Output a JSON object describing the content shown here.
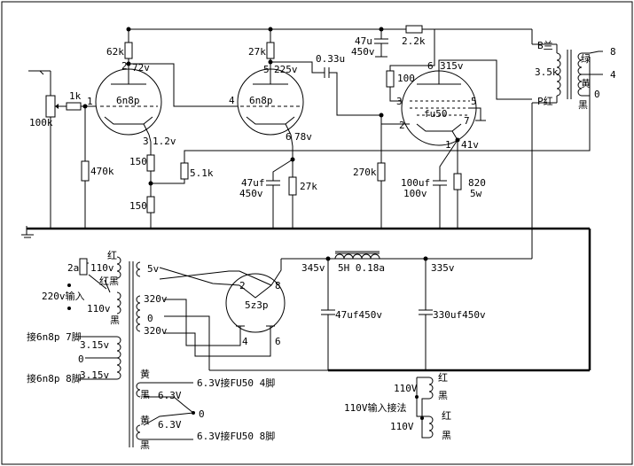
{
  "tubes": {
    "v1": {
      "name": "6n8p",
      "pin1": "1",
      "pin2": "2",
      "pin3": "3",
      "volt_plate": "72v",
      "volt_cathode": "1.2v"
    },
    "v2": {
      "name": "6n8p",
      "pin4": "4",
      "pin5": "5",
      "pin6": "6",
      "volt_plate": "225v",
      "volt_cathode": "78v"
    },
    "v3": {
      "name": "fu50",
      "pin1": "1",
      "pin2": "2",
      "pin3": "3",
      "pin5": "5",
      "pin6": "6",
      "pin7": "7",
      "volt_plate": "315v",
      "volt_cathode": "41v"
    },
    "rect": {
      "name": "5z3p",
      "pin2": "2",
      "pin8": "8",
      "pin4": "4",
      "pin6": "6"
    }
  },
  "components": {
    "pot_input": "100k",
    "r_1k": "1k",
    "r_470k": "470k",
    "r_62k": "62k",
    "r_150a": "150",
    "r_150b": "150",
    "pot_5k1": "5.1k",
    "r_27k_top": "27k",
    "r_27k_bot": "27k",
    "c_033": "0.33u",
    "c_47u450_top": "47u",
    "c_47u450_top_v": "450v",
    "r_22k": "2.2k",
    "r_100": "100",
    "r_270k": "270k",
    "c_47uf_mid": "47uf",
    "c_47uf_mid_v": "450v",
    "c_100uf": "100uf",
    "c_100uf_v": "100v",
    "r_820": "820",
    "r_820_w": "5w",
    "choke": "5H 0.18a",
    "c_filter1": "47uf450v",
    "c_filter2": "330uf450v",
    "v_345": "345v",
    "v_335": "335v"
  },
  "output_transformer": {
    "b": "B兰",
    "ohm": "3.5k",
    "p": "P红",
    "green": "绿",
    "yellow": "黄",
    "black": "黑",
    "tap8": "8",
    "tap4": "4",
    "tap0": "0"
  },
  "power_transformer": {
    "fuse": "2a",
    "red1": "红",
    "v110a": "110v",
    "black1": "黑",
    "input_label": "220v输入",
    "red2": "红",
    "v110b": "110v",
    "black2": "黑",
    "note1": "接6n8p 7脚",
    "v315": "3.15v",
    "zero": "0",
    "note2": "接6n8p 8脚",
    "v315b": "3.15v",
    "sec_5v": "5v",
    "sec_320a": "320v",
    "sec_0": "0",
    "sec_320b": "320v",
    "yellow1": "黄",
    "black3": "黑",
    "v63a": "6.3V",
    "note3": "6.3V接FU50 4脚",
    "zero2": "0",
    "yellow2": "黄",
    "v63b": "6.3V",
    "black4": "黑",
    "note4": "6.3V接FU50 8脚"
  },
  "alt_input": {
    "v110a": "110V",
    "red1": "红",
    "black1": "黑",
    "label": "110V输入接法",
    "red2": "红",
    "v110b": "110V",
    "black2": "黑"
  }
}
